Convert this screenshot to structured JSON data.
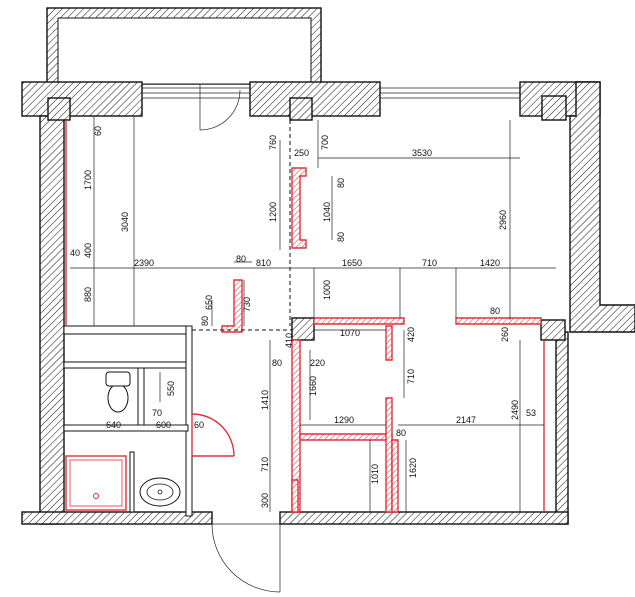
{
  "colors": {
    "wall": "#111111",
    "new_partition": "#e0303a",
    "background": "#ffffff"
  },
  "dimensions": {
    "d60": "60",
    "d1700": "1700",
    "d3040": "3040",
    "d400": "400",
    "d40": "40",
    "d880": "880",
    "d2390": "2390",
    "d760": "760",
    "d700": "700",
    "d250": "250",
    "d3530": "3530",
    "d80a": "80",
    "d1200": "1200",
    "d1040": "1040",
    "d80b": "80",
    "d2960": "2960",
    "d80c": "80",
    "d810": "810",
    "d1650": "1650",
    "d710a": "710",
    "d1420": "1420",
    "d650": "650",
    "d730": "730",
    "d1000": "1000",
    "d80d": "80",
    "d80e": "80",
    "d260": "260",
    "d410": "410",
    "d1070": "1070",
    "d420": "420",
    "d80f": "80",
    "d220": "220",
    "d1660": "1660",
    "d710b": "710",
    "d550": "550",
    "d1410": "1410",
    "d70": "70",
    "d640": "640",
    "d600": "600",
    "d60b": "60",
    "d1290": "1290",
    "d80g": "80",
    "d2147": "2147",
    "d53": "53",
    "d2490": "2490",
    "d1620": "1620",
    "d710c": "710",
    "d1010": "1010",
    "d300": "300"
  }
}
